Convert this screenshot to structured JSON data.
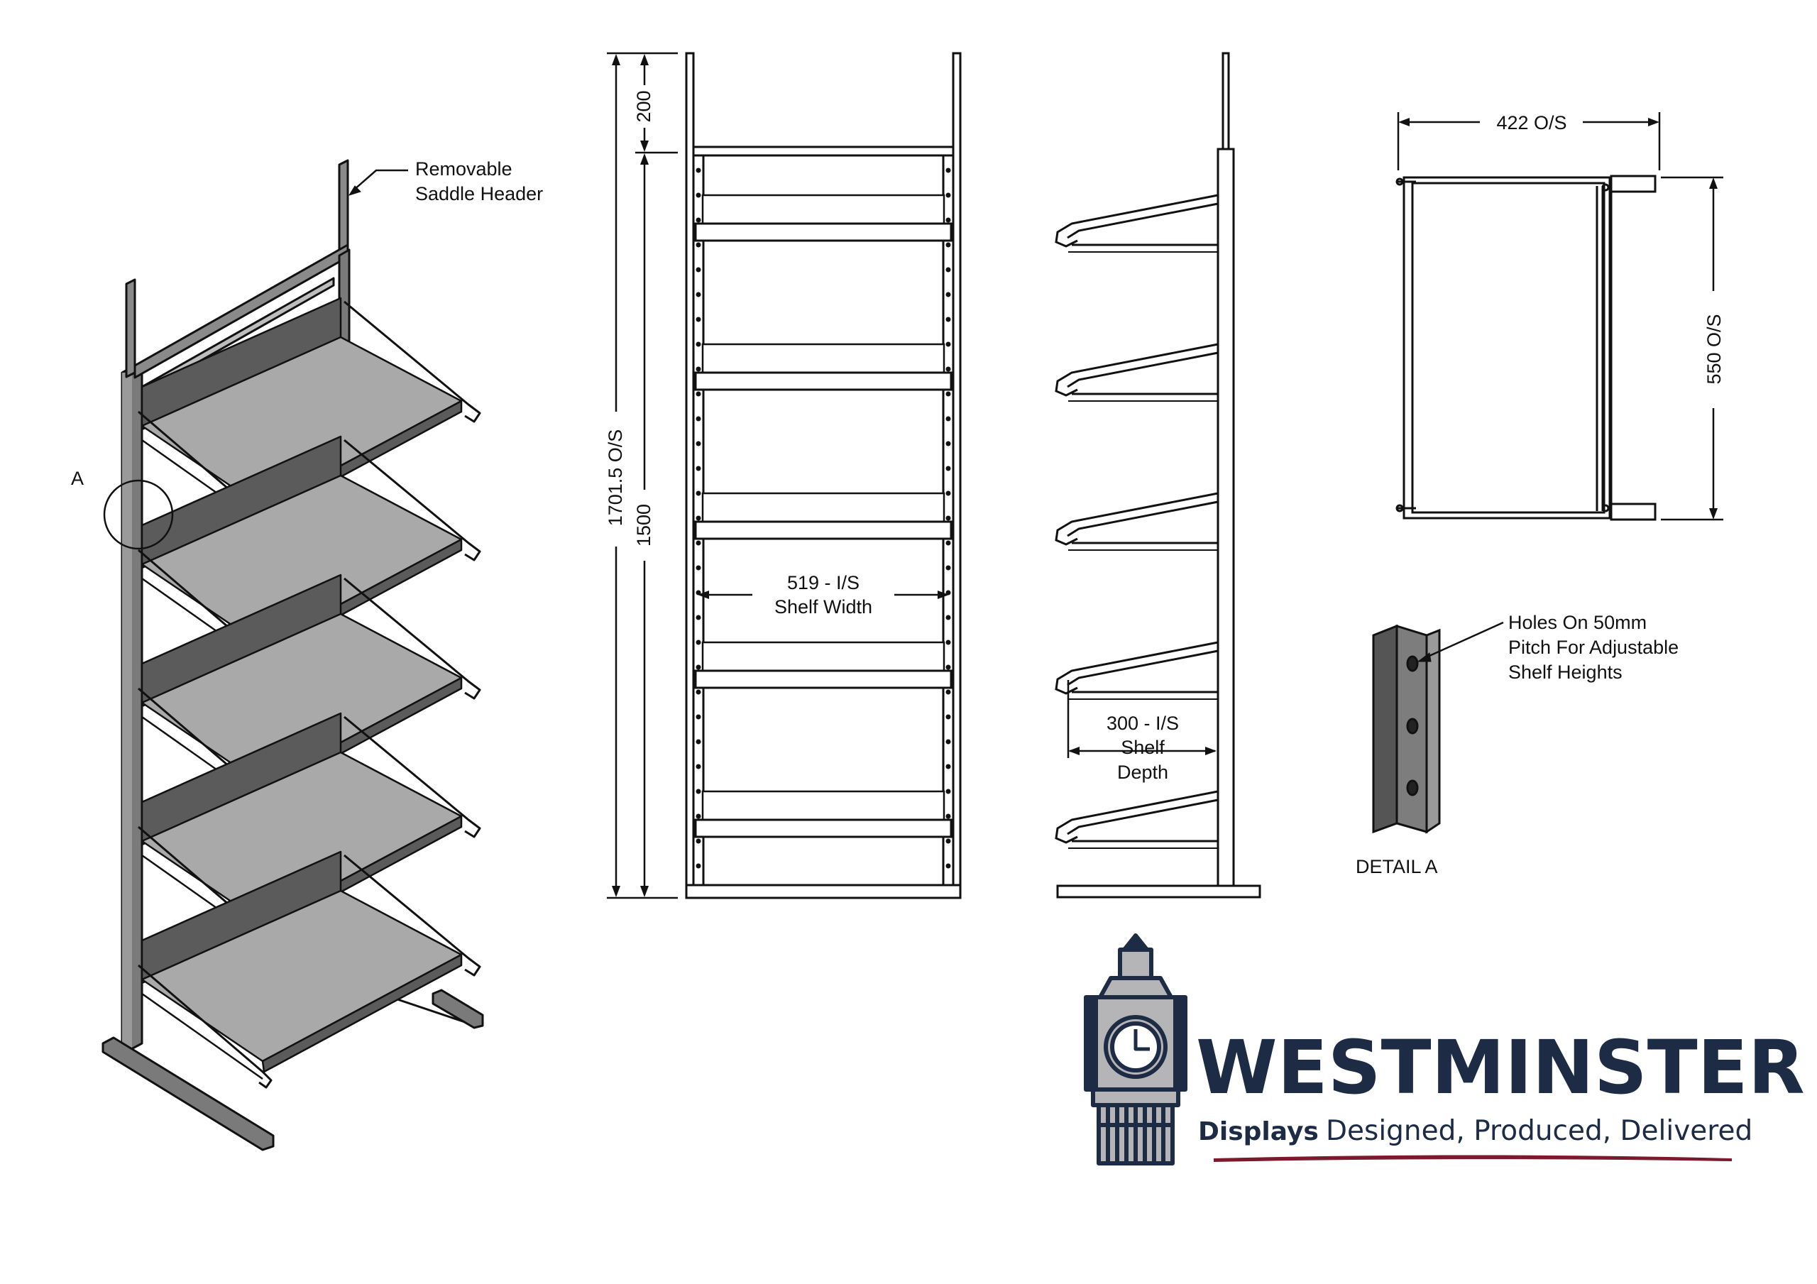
{
  "colors": {
    "line": "#111111",
    "shelf_fill": "#a9a9a9",
    "back_panel": "#5b5b5b",
    "post": "#7a7a7a",
    "brand_navy": "#1d2b44",
    "brand_grey": "#b5b5b8",
    "accent_red": "#7a1a2c"
  },
  "labels": {
    "removable_line1": "Removable",
    "removable_line2": "Saddle Header",
    "detail_marker": "A",
    "dim_200": "200",
    "dim_1701": "1701.5 O/S",
    "dim_1500": "1500",
    "width_line1": "519 - I/S",
    "width_line2": "Shelf Width",
    "depth_line1": "300 - I/S",
    "depth_line2": "Shelf",
    "depth_line3": "Depth",
    "dim_422": "422 O/S",
    "dim_550": "550 O/S",
    "holes_line1": "Holes On 50mm",
    "holes_line2": "Pitch For Adjustable",
    "holes_line3": "Shelf Heights",
    "detail_a": "DETAIL A"
  },
  "logo": {
    "name": "WESTMINSTER",
    "sub": "Displays",
    "tagline": "Designed, Produced, Delivered",
    "icon": "big-ben-clock-tower-icon"
  }
}
